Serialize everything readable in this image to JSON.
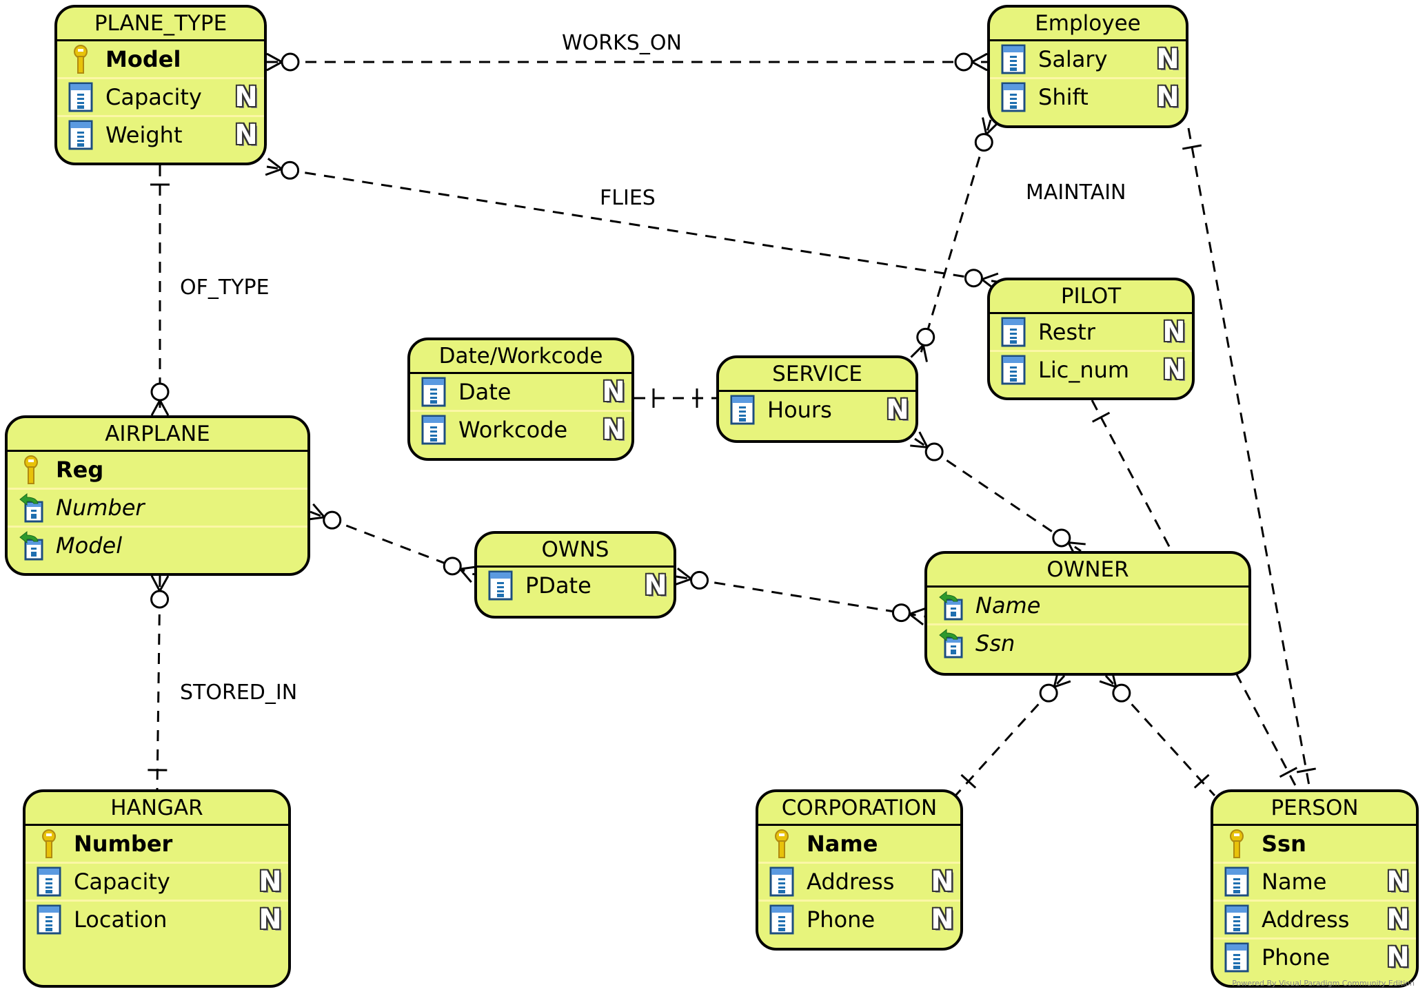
{
  "diagram": {
    "colors": {
      "entity_fill": "#e7f47c",
      "row_divider": "#fbf7a6",
      "line": "#000000"
    },
    "entities": [
      {
        "id": "PLANE_TYPE",
        "title": "PLANE_TYPE",
        "attrs": [
          {
            "name": "Model",
            "kind": "pk",
            "nullable": false
          },
          {
            "name": "Capacity",
            "kind": "col",
            "nullable": true
          },
          {
            "name": "Weight",
            "kind": "col",
            "nullable": true
          }
        ]
      },
      {
        "id": "Employee",
        "title": "Employee",
        "attrs": [
          {
            "name": "Salary",
            "kind": "col",
            "nullable": true
          },
          {
            "name": "Shift",
            "kind": "col",
            "nullable": true
          }
        ]
      },
      {
        "id": "PILOT",
        "title": "PILOT",
        "attrs": [
          {
            "name": "Restr",
            "kind": "col",
            "nullable": true
          },
          {
            "name": "Lic_num",
            "kind": "col",
            "nullable": true
          }
        ]
      },
      {
        "id": "DateWorkcode",
        "title": "Date/Workcode",
        "attrs": [
          {
            "name": "Date",
            "kind": "col",
            "nullable": true
          },
          {
            "name": "Workcode",
            "kind": "col",
            "nullable": true
          }
        ]
      },
      {
        "id": "SERVICE",
        "title": "SERVICE",
        "attrs": [
          {
            "name": "Hours",
            "kind": "col",
            "nullable": true
          }
        ]
      },
      {
        "id": "AIRPLANE",
        "title": "AIRPLANE",
        "attrs": [
          {
            "name": "Reg",
            "kind": "pk",
            "nullable": false
          },
          {
            "name": "Number",
            "kind": "fk",
            "nullable": false
          },
          {
            "name": "Model",
            "kind": "fk",
            "nullable": false
          }
        ]
      },
      {
        "id": "OWNS",
        "title": "OWNS",
        "attrs": [
          {
            "name": "PDate",
            "kind": "col",
            "nullable": true
          }
        ]
      },
      {
        "id": "OWNER",
        "title": "OWNER",
        "attrs": [
          {
            "name": "Name",
            "kind": "fk",
            "nullable": false
          },
          {
            "name": "Ssn",
            "kind": "fk",
            "nullable": false
          }
        ]
      },
      {
        "id": "HANGAR",
        "title": "HANGAR",
        "attrs": [
          {
            "name": "Number",
            "kind": "pk",
            "nullable": false
          },
          {
            "name": "Capacity",
            "kind": "col",
            "nullable": true
          },
          {
            "name": "Location",
            "kind": "col",
            "nullable": true
          }
        ]
      },
      {
        "id": "CORPORATION",
        "title": "CORPORATION",
        "attrs": [
          {
            "name": "Name",
            "kind": "pk",
            "nullable": false
          },
          {
            "name": "Address",
            "kind": "col",
            "nullable": true
          },
          {
            "name": "Phone",
            "kind": "col",
            "nullable": true
          }
        ]
      },
      {
        "id": "PERSON",
        "title": "PERSON",
        "attrs": [
          {
            "name": "Ssn",
            "kind": "pk",
            "nullable": false
          },
          {
            "name": "Name",
            "kind": "col",
            "nullable": true
          },
          {
            "name": "Address",
            "kind": "col",
            "nullable": true
          },
          {
            "name": "Phone",
            "kind": "col",
            "nullable": true
          }
        ]
      }
    ],
    "nullable_badge": "N",
    "relationships": [
      {
        "id": "works_on",
        "label": "WORKS_ON",
        "from": "PLANE_TYPE",
        "to": "Employee",
        "from_end": "zero-many",
        "to_end": "zero-many"
      },
      {
        "id": "flies",
        "label": "FLIES",
        "from": "PLANE_TYPE",
        "to": "PILOT",
        "from_end": "zero-many",
        "to_end": "zero-many"
      },
      {
        "id": "of_type",
        "label": "OF_TYPE",
        "from": "PLANE_TYPE",
        "to": "AIRPLANE",
        "from_end": "one",
        "to_end": "zero-many"
      },
      {
        "id": "stored_in",
        "label": "STORED_IN",
        "from": "AIRPLANE",
        "to": "HANGAR",
        "from_end": "zero-many",
        "to_end": "one"
      },
      {
        "id": "maintain",
        "label": "MAINTAIN",
        "from": "Employee",
        "to": "SERVICE",
        "from_end": "zero-many",
        "to_end": "zero-many"
      },
      {
        "id": "dw_service",
        "label": "",
        "from": "DateWorkcode",
        "to": "SERVICE",
        "from_end": "one",
        "to_end": "one"
      },
      {
        "id": "service_owner",
        "label": "",
        "from": "SERVICE",
        "to": "OWNER",
        "from_end": "zero-many",
        "to_end": "zero-many"
      },
      {
        "id": "airplane_owns",
        "label": "",
        "from": "AIRPLANE",
        "to": "OWNS",
        "from_end": "zero-many",
        "to_end": "zero-many"
      },
      {
        "id": "owns_owner",
        "label": "",
        "from": "OWNS",
        "to": "OWNER",
        "from_end": "zero-many",
        "to_end": "zero-many"
      },
      {
        "id": "owner_corp",
        "label": "",
        "from": "OWNER",
        "to": "CORPORATION",
        "from_end": "zero-many",
        "to_end": "one"
      },
      {
        "id": "owner_person",
        "label": "",
        "from": "OWNER",
        "to": "PERSON",
        "from_end": "zero-many",
        "to_end": "one"
      },
      {
        "id": "employee_person",
        "label": "",
        "from": "Employee",
        "to": "PERSON",
        "from_end": "one",
        "to_end": "one"
      },
      {
        "id": "pilot_person",
        "label": "",
        "from": "PILOT",
        "to": "PERSON",
        "from_end": "one",
        "to_end": "one"
      }
    ],
    "watermark": "Powered By Visual Paradigm Community Edition"
  }
}
